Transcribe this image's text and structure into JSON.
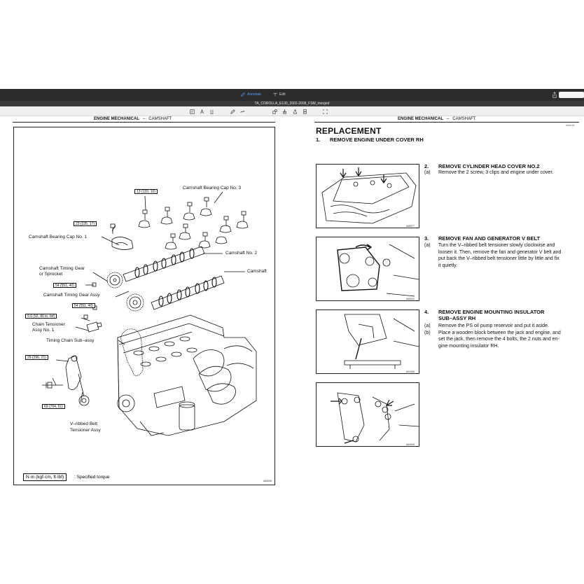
{
  "toolbar": {
    "annotate_label": "Annotate",
    "edit_label": "Edit",
    "accent": "#5e9cf5",
    "search_placeholder": ""
  },
  "document_title": "TA_COROLLA_E130_2002-2008_FSM_merged",
  "subtoolbar_icons": [
    "text-select-icon",
    "font-icon",
    "highlight-icon",
    "pen-icon",
    "signature-icon",
    "shapes-icon",
    "share-icon",
    "add-page-icon",
    "crop-icon"
  ],
  "left_page": {
    "running_head": "ENGINE MECHANICAL",
    "running_head_sep": "–",
    "running_head_sub": "CAMSHAFT",
    "callouts": {
      "bearing_cap_no3": "Camshaft Bearing Cap No. 3",
      "bearing_cap_no1": "Camshaft Bearing Cap No. 1",
      "camshaft_no2": "Camshaft No. 2",
      "camshaft": "Camshaft",
      "timing_gear": "Camshaft Timing Gear",
      "or_sprocket": "or Sprocket",
      "timing_gear_assy": "Camshaft Timing Gear Assy",
      "chain_tensioner": "Chain Tensioner",
      "tensioner_assy": "Assy No. 1",
      "timing_chain": "Timing Chain Sub–assy",
      "vbelt_tensioner": "V–ribbed Belt",
      "vbelt_tensioner_assy": "Tensioner Assy"
    },
    "torques": {
      "t13": "13 (133, 10)",
      "t23": "23 (235, 17)",
      "t54a": "54 (551, 40)",
      "t54b": "54 (551, 40)",
      "t9": "9.0 (92, 80 in.·lbf)",
      "t29": "29 (296, 21)",
      "t69": "69 (704, 51)"
    },
    "legend": "N·m (kgf·cm, ft·lbf)",
    "legend_note": ": Specified torque",
    "figure_code": "A64006"
  },
  "right_page": {
    "running_head": "ENGINE MECHANICAL",
    "running_head_sep": "–",
    "running_head_sub": "CAMSHAFT",
    "page_id": "1MA0-0U",
    "section_title": "REPLACEMENT",
    "step1": {
      "num": "1.",
      "title": "REMOVE ENGINE UNDER COVER RH"
    },
    "step2": {
      "num": "2.",
      "title": "REMOVE CYLINDER HEAD COVER NO.2",
      "a_label": "(a)",
      "a_text": "Remove the 2 screw, 3 clips and engine under cover.",
      "figure_code": "A65077"
    },
    "step3": {
      "num": "3.",
      "title": "REMOVE FAN AND GENERATOR V BELT",
      "a_label": "(a)",
      "a_line1": "Turn the V–ribbed belt tensioner slowly clockwise and",
      "a_line2": "loosen it. Then, remove the fan and generator V belt and",
      "a_line3": "put back the V–ribbed belt tensioner little by little and fix",
      "a_line4": "it quietly.",
      "figure_code": "A60622"
    },
    "step4": {
      "num": "4.",
      "title_line1": "REMOVE ENGINE MOUNTING INSULATOR",
      "title_line2": "SUB–ASSY RH",
      "a_label": "(a)",
      "a_text": "Remove the PS oil pump reservoir and put it aside.",
      "b_label": "(b)",
      "b_line1": "Place a wooden block between the jack and engine, and",
      "b_line2": "set the jack, then remove the 4 bolts, the 2 nuts and en-",
      "b_line3": "gine mounting insulator RH.",
      "figure_code": "A01045"
    },
    "step5_figure_code": "A64005"
  }
}
